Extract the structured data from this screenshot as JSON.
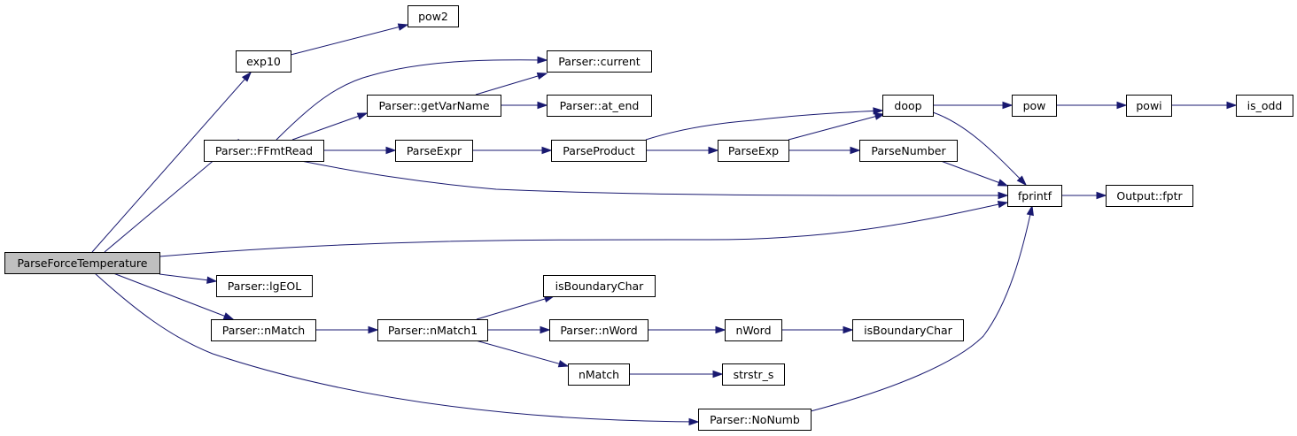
{
  "graph": {
    "title": "ParseForceTemperature call graph",
    "colors": {
      "edge": "#191970",
      "root_fill": "#bfbfbf",
      "node_fill": "#ffffff",
      "border": "#000000"
    },
    "nodes": [
      {
        "id": "pft",
        "label": "ParseForceTemperature",
        "root": true
      },
      {
        "id": "exp10",
        "label": "exp10"
      },
      {
        "id": "pow2",
        "label": "pow2"
      },
      {
        "id": "ffmt",
        "label": "Parser::FFmtRead"
      },
      {
        "id": "current",
        "label": "Parser::current"
      },
      {
        "id": "getvar",
        "label": "Parser::getVarName"
      },
      {
        "id": "atend",
        "label": "Parser::at_end"
      },
      {
        "id": "pexpr",
        "label": "ParseExpr"
      },
      {
        "id": "pprod",
        "label": "ParseProduct"
      },
      {
        "id": "pexp",
        "label": "ParseExp"
      },
      {
        "id": "pnum",
        "label": "ParseNumber"
      },
      {
        "id": "doop",
        "label": "doop"
      },
      {
        "id": "pow",
        "label": "pow"
      },
      {
        "id": "powi",
        "label": "powi"
      },
      {
        "id": "isodd",
        "label": "is_odd"
      },
      {
        "id": "fprintf",
        "label": "fprintf"
      },
      {
        "id": "fptr",
        "label": "Output::fptr"
      },
      {
        "id": "lgeol",
        "label": "Parser::lgEOL"
      },
      {
        "id": "nmatch",
        "label": "Parser::nMatch"
      },
      {
        "id": "nmatch1",
        "label": "Parser::nMatch1"
      },
      {
        "id": "isb1",
        "label": "isBoundaryChar"
      },
      {
        "id": "pnword",
        "label": "Parser::nWord"
      },
      {
        "id": "nword",
        "label": "nWord"
      },
      {
        "id": "isb2",
        "label": "isBoundaryChar"
      },
      {
        "id": "nmatchf",
        "label": "nMatch"
      },
      {
        "id": "strstr",
        "label": "strstr_s"
      },
      {
        "id": "nonumb",
        "label": "Parser::NoNumb"
      }
    ],
    "edges": [
      {
        "from": "pft",
        "to": "exp10"
      },
      {
        "from": "pft",
        "to": "ffmt"
      },
      {
        "from": "pft",
        "to": "fprintf"
      },
      {
        "from": "pft",
        "to": "lgeol"
      },
      {
        "from": "pft",
        "to": "nmatch"
      },
      {
        "from": "pft",
        "to": "nonumb"
      },
      {
        "from": "exp10",
        "to": "pow2"
      },
      {
        "from": "ffmt",
        "to": "current"
      },
      {
        "from": "ffmt",
        "to": "getvar"
      },
      {
        "from": "ffmt",
        "to": "pexpr"
      },
      {
        "from": "ffmt",
        "to": "fprintf"
      },
      {
        "from": "getvar",
        "to": "current"
      },
      {
        "from": "getvar",
        "to": "atend"
      },
      {
        "from": "pexpr",
        "to": "pprod"
      },
      {
        "from": "pprod",
        "to": "doop"
      },
      {
        "from": "pprod",
        "to": "pexp"
      },
      {
        "from": "pexp",
        "to": "doop"
      },
      {
        "from": "pexp",
        "to": "pnum"
      },
      {
        "from": "pnum",
        "to": "fprintf"
      },
      {
        "from": "doop",
        "to": "pow"
      },
      {
        "from": "doop",
        "to": "fprintf"
      },
      {
        "from": "pow",
        "to": "powi"
      },
      {
        "from": "powi",
        "to": "isodd"
      },
      {
        "from": "fprintf",
        "to": "fptr"
      },
      {
        "from": "nmatch",
        "to": "nmatch1"
      },
      {
        "from": "nmatch1",
        "to": "isb1"
      },
      {
        "from": "nmatch1",
        "to": "pnword"
      },
      {
        "from": "nmatch1",
        "to": "nmatchf"
      },
      {
        "from": "pnword",
        "to": "nword"
      },
      {
        "from": "nword",
        "to": "isb2"
      },
      {
        "from": "nmatchf",
        "to": "strstr"
      },
      {
        "from": "nonumb",
        "to": "fprintf"
      }
    ]
  }
}
